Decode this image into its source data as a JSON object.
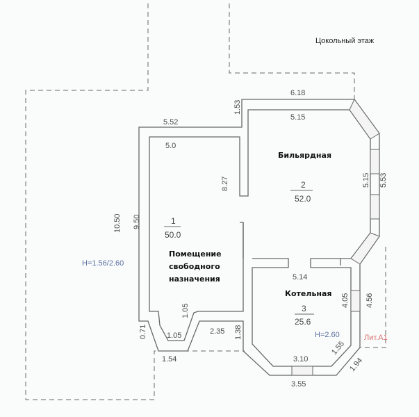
{
  "title": "Цокольный этаж",
  "rooms": [
    {
      "number": "1",
      "area": "50.0",
      "name_lines": [
        "Помещение",
        "свободного",
        "назначения"
      ]
    },
    {
      "number": "2",
      "area": "52.0",
      "name": "Бильярдная"
    },
    {
      "number": "3",
      "area": "25.6",
      "name": "Котельная"
    }
  ],
  "heights": {
    "main": "H=1.56/2.60",
    "boiler": "H=2.60"
  },
  "lit_label": "Лит.А1",
  "dimensions": {
    "d618": "6.18",
    "d153": "1.53",
    "d515_top": "5.15",
    "d552": "5.52",
    "d50": "5.0",
    "d827": "8.27",
    "d515_right": "5.15",
    "d553": "5.53",
    "d1050": "10.50",
    "d950": "9.50",
    "d514": "5.14",
    "d405": "4.05",
    "d456": "4.56",
    "d105_v": "1.05",
    "d071": "0.71",
    "d105_h": "1.05",
    "d235": "2.35",
    "d138": "1.38",
    "d154": "1.54",
    "d310": "3.10",
    "d155": "1.55",
    "d194": "1.94",
    "d355": "3.55"
  },
  "colors": {
    "blue_text": "#5a6fa0",
    "red_text": "#d77070",
    "lines": "#666666"
  }
}
